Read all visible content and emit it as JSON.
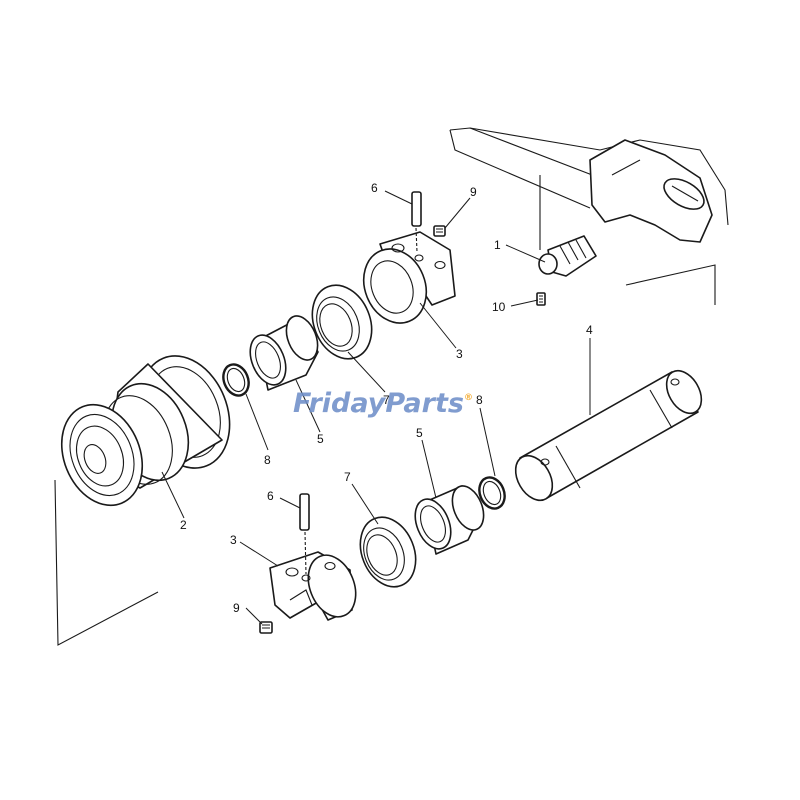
{
  "watermark": {
    "part1": "Friday",
    "part2": "Parts",
    "mark": "®",
    "color_primary": "#6f8fc9",
    "color_accent": "#f2a21a"
  },
  "callouts": {
    "c1": "1",
    "c2": "2",
    "c3a": "3",
    "c3b": "3",
    "c4": "4",
    "c5a": "5",
    "c5b": "5",
    "c6a": "6",
    "c6b": "6",
    "c7a": "7",
    "c7b": "7",
    "c8a": "8",
    "c8b": "8",
    "c9a": "9",
    "c9b": "9",
    "c10": "10"
  },
  "icons": {
    "roller": "track-roller-icon",
    "frame": "track-frame-icon"
  }
}
